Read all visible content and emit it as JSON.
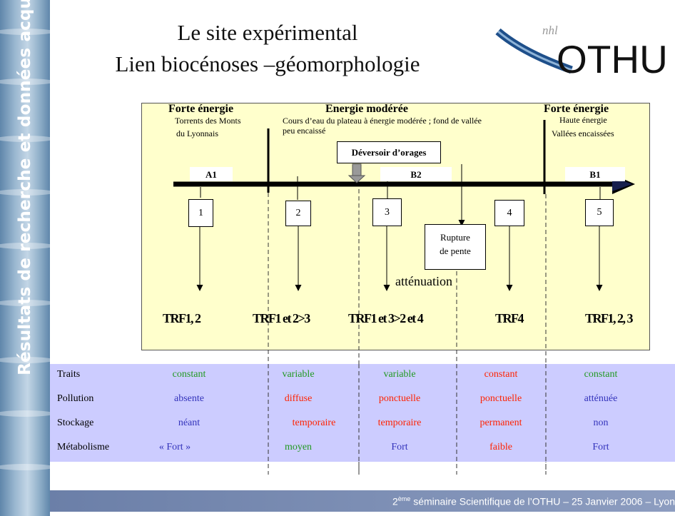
{
  "sidebar": {
    "text": "Résultats de recherche et données acquises"
  },
  "header": {
    "title_line1": "Le site expérimental",
    "title_line2": "Lien biocénoses –géomorphologie",
    "logo_text": "OTHU",
    "logo_small": "nhl"
  },
  "zones": {
    "left": {
      "title": "Forte énergie",
      "sub1": "Torrents des Monts",
      "sub2": "du Lyonnais"
    },
    "middle": {
      "title": "Energie modérée",
      "sub1": "Cours d’eau du plateau à énergie modérée ; fond de vallée",
      "sub2": "peu encaissé"
    },
    "right": {
      "title": "Forte énergie",
      "sub1": "Haute énergie",
      "sub2": "Vallées encaissées"
    }
  },
  "labels": {
    "deversoir": "Déversoir d’orages",
    "rupture1": "Rupture",
    "rupture2": "de pente",
    "attenuation": "atténuation",
    "a1": "A1",
    "b2": "B2",
    "b1": "B1"
  },
  "stations": [
    "1",
    "2",
    "3",
    "4",
    "5"
  ],
  "trf": [
    "TRF1, 2",
    "TRF1 et 2>3",
    "TRF1 et 3>2 et 4",
    "TRF4",
    "TRF1, 2, 3"
  ],
  "table": {
    "rows": [
      {
        "label": "Traits",
        "values": [
          "constant",
          "variable",
          "variable",
          "constant",
          "constant"
        ],
        "colors": [
          "green",
          "green",
          "green",
          "red",
          "green"
        ]
      },
      {
        "label": "Pollution",
        "values": [
          "absente",
          "diffuse",
          "ponctuelle",
          "ponctuelle",
          "atténuée"
        ],
        "colors": [
          "blue",
          "red",
          "red",
          "red",
          "blue"
        ]
      },
      {
        "label": "Stockage",
        "values": [
          "néant",
          "temporaire",
          "temporaire",
          "permanent",
          "non"
        ],
        "colors": [
          "blue",
          "red",
          "red",
          "red",
          "blue"
        ]
      },
      {
        "label": "Métabolisme",
        "values": [
          "« Fort »",
          "moyen",
          "Fort",
          "faible",
          "Fort"
        ],
        "colors": [
          "blue",
          "green",
          "blue",
          "red",
          "blue"
        ]
      }
    ]
  },
  "footer": {
    "pre": "2",
    "sup": "ème",
    "post": " séminaire Scientifique de l’OTHU – 25 Janvier 2006 – Lyon"
  },
  "colors": {
    "panel": "#ffffcc",
    "band": "#ccccff",
    "green": "#229922",
    "blue": "#3333bb",
    "red": "#ff2200",
    "footer": "#7b8db5"
  }
}
